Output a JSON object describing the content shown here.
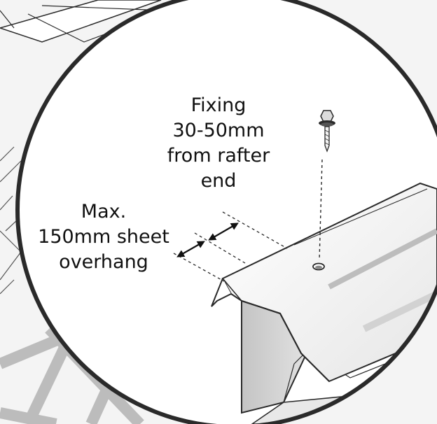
{
  "labels": {
    "fixing": [
      "Fixing",
      "30-50mm",
      "from rafter",
      "end"
    ],
    "overhang": [
      "Max.",
      "150mm sheet",
      "overhang"
    ]
  },
  "colors": {
    "outline": "#2a2a2a",
    "background": "#f4f4f4",
    "sheet_face": "#fbfbfb",
    "sheet_shadow": "#dcdcdc",
    "rafter": "#cfcfcf",
    "lattice": "#b9b9b9",
    "text": "#111111"
  },
  "icons": {
    "screw": "self-drilling-screw-icon",
    "hole": "fixing-hole-icon",
    "arrow": "double-headed-arrow-icon"
  }
}
